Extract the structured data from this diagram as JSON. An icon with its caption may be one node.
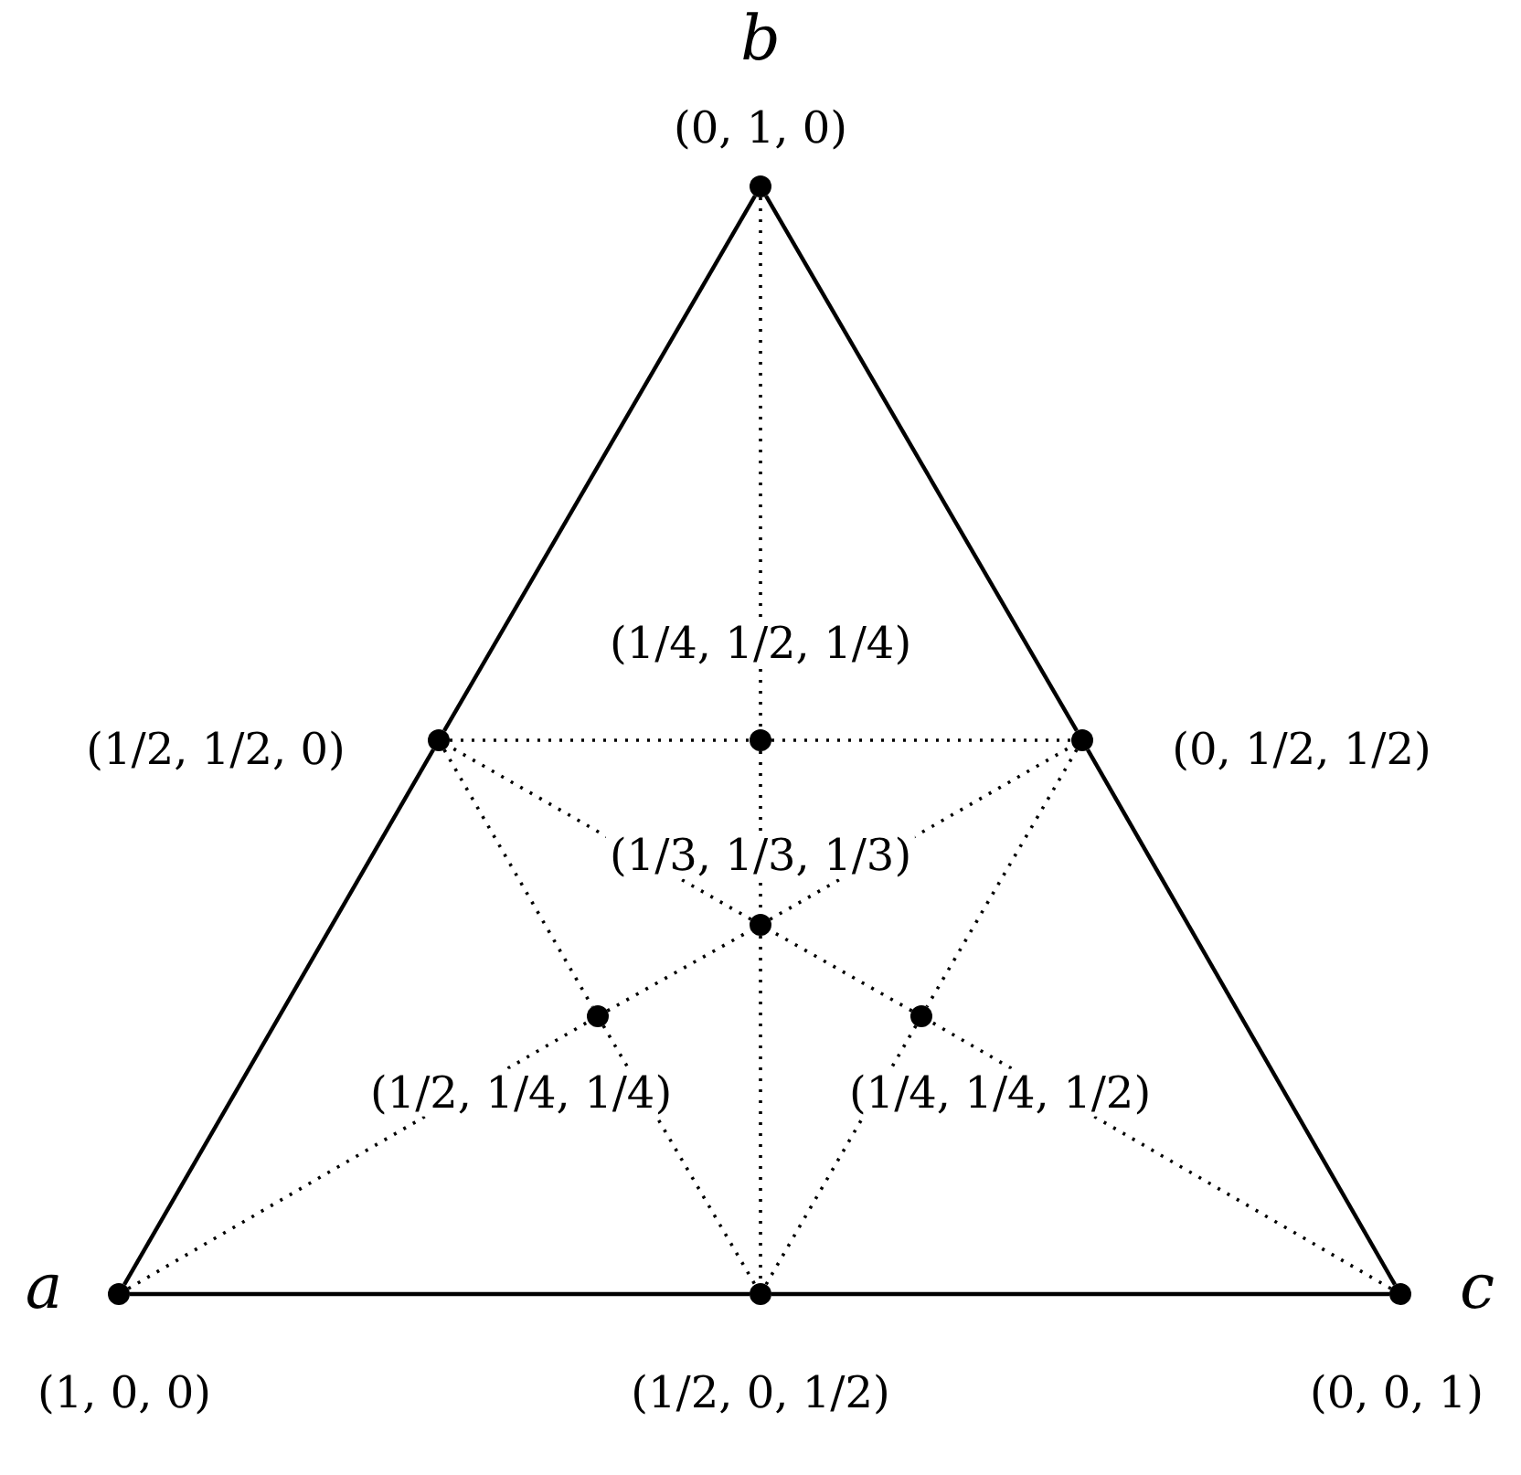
{
  "diagram": {
    "nodes": [
      {
        "text": [],
        "shape": "circle",
        "beside": [
          "b",
          "(0, 1, 0)"
        ]
      },
      {
        "text": [],
        "shape": "circle",
        "beside": [
          "(1/2, 1/2, 0)"
        ]
      },
      {
        "text": [],
        "shape": "circle",
        "beside": [
          "(1/4, 1/2, 1/4)"
        ]
      },
      {
        "text": [],
        "shape": "circle",
        "beside": [
          "(0, 1/2, 1/2)"
        ]
      },
      {
        "text": [],
        "shape": "circle",
        "beside": [
          "(1/3, 1/3, 1/3)"
        ]
      },
      {
        "text": [],
        "shape": "circle",
        "beside": [
          "(1/2, 1/4, 1/4)"
        ]
      },
      {
        "text": [],
        "shape": "circle",
        "beside": [
          "(1/4, 1/4, 1/2)"
        ]
      },
      {
        "text": [],
        "shape": "circle",
        "beside": [
          "a",
          "(1, 0, 0)"
        ]
      },
      {
        "text": [],
        "shape": "circle",
        "beside": [
          "(1/2, 0, 1/2)"
        ]
      },
      {
        "text": [],
        "shape": "circle",
        "beside": [
          "c",
          "(0, 0, 1)"
        ]
      }
    ],
    "edges": [
      {
        "from": 7,
        "to": 1,
        "arrow": "none"
      },
      {
        "from": 1,
        "to": 0,
        "arrow": "none"
      },
      {
        "from": 0,
        "to": 3,
        "arrow": "none"
      },
      {
        "from": 3,
        "to": 9,
        "arrow": "none"
      },
      {
        "from": 7,
        "to": 8,
        "arrow": "none"
      },
      {
        "from": 8,
        "to": 9,
        "arrow": "none"
      },
      {
        "from": 0,
        "to": 2,
        "arrow": "none",
        "style": "dashed"
      },
      {
        "from": 2,
        "to": 4,
        "arrow": "none",
        "style": "dashed"
      },
      {
        "from": 4,
        "to": 8,
        "arrow": "none",
        "style": "dashed"
      },
      {
        "from": 1,
        "to": 2,
        "arrow": "none",
        "style": "dashed"
      },
      {
        "from": 2,
        "to": 3,
        "arrow": "none",
        "style": "dashed"
      },
      {
        "from": 7,
        "to": 5,
        "arrow": "none",
        "style": "dashed"
      },
      {
        "from": 5,
        "to": 4,
        "arrow": "none",
        "style": "dashed"
      },
      {
        "from": 4,
        "to": 3,
        "arrow": "none",
        "style": "dashed"
      },
      {
        "from": 9,
        "to": 6,
        "arrow": "none",
        "style": "dashed"
      },
      {
        "from": 6,
        "to": 4,
        "arrow": "none",
        "style": "dashed"
      },
      {
        "from": 4,
        "to": 1,
        "arrow": "none",
        "style": "dashed"
      },
      {
        "from": 1,
        "to": 5,
        "arrow": "none",
        "style": "dashed"
      },
      {
        "from": 5,
        "to": 8,
        "arrow": "none",
        "style": "dashed"
      },
      {
        "from": 3,
        "to": 6,
        "arrow": "none",
        "style": "dashed"
      },
      {
        "from": 6,
        "to": 8,
        "arrow": "none",
        "style": "dashed"
      }
    ]
  }
}
